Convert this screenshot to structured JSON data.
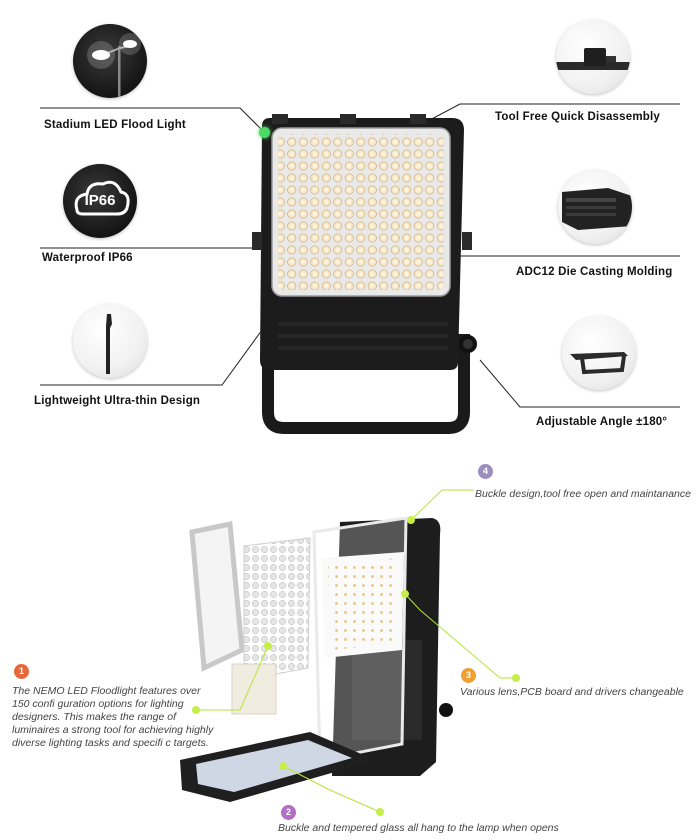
{
  "features": {
    "stadium": "Stadium LED Flood Light",
    "waterproof": "Waterproof IP66",
    "thin": "Lightweight Ultra-thin Design",
    "toolfree": "Tool Free Quick Disassembly",
    "adc12": "ADC12 Die Casting Molding",
    "angle": "Adjustable Angle ±180°",
    "ip_badge": "IP66"
  },
  "callouts": [
    {
      "number": "1",
      "text": "The NEMO LED Floodlight features over 150 confi guration options for lighting designers. This makes the range of luminaires a strong tool for achieving highly diverse lighting tasks and specifi c targets.",
      "color": "#e8663a"
    },
    {
      "number": "2",
      "text": "Buckle and tempered glass all hang to the lamp when opens",
      "color": "#b06fc2"
    },
    {
      "number": "3",
      "text": "Various lens,PCB board and drivers changeable",
      "color": "#f0a030"
    },
    {
      "number": "4",
      "text": "Buckle design,tool free open and maintanance",
      "color": "#9a8fbf"
    }
  ],
  "colors": {
    "accent_line": "#b3e639",
    "callout_dot": "#c6ee4a",
    "housing": "#1c1c1c"
  }
}
